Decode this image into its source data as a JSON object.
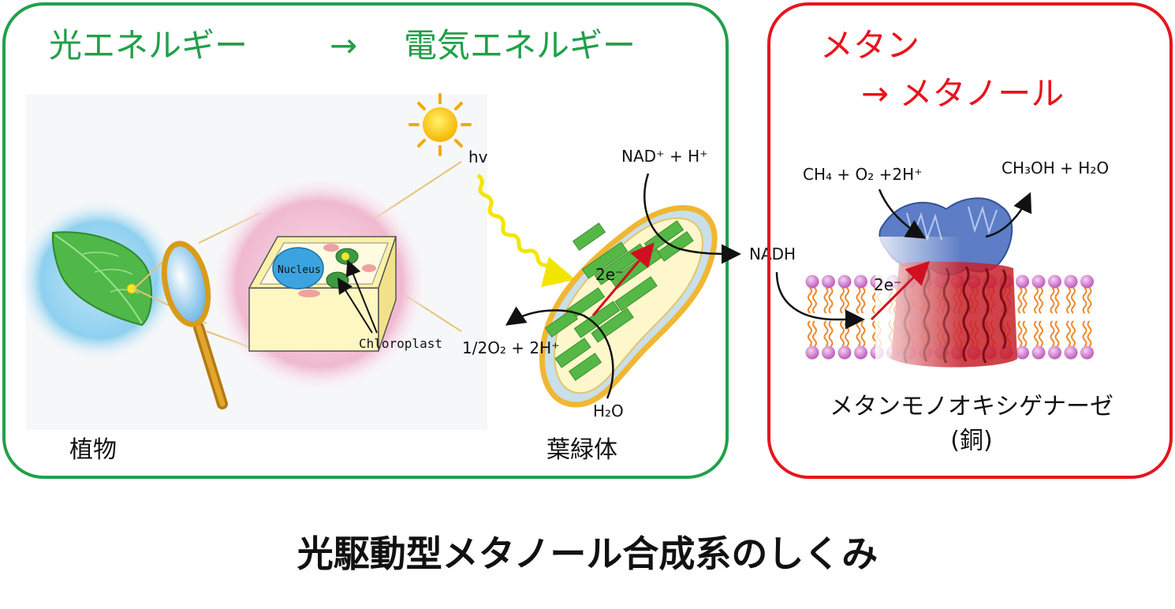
{
  "left_panel": {
    "heading_from": "光エネルギー",
    "heading_arrow": "→",
    "heading_to": "電気エネルギー",
    "border_color": "#21a04a",
    "plant_label": "植物",
    "chloroplast_label": "葉緑体",
    "nucleus_label": "Nucleus",
    "chloroplast_callout": "Chloroplast",
    "light_label": "hv",
    "nad_label": "NAD⁺ + H⁺",
    "electron_label": "2e⁻",
    "oxygen_label": "1/2O₂ + 2H⁺",
    "water_label": "H₂O",
    "nadh_label": "NADH"
  },
  "right_panel": {
    "heading_line1": "メタン",
    "heading_line2": "→ メタノール",
    "border_color": "#e8141d",
    "reactant_label": "CH₄ + O₂ +2H⁺",
    "product_label": "CH₃OH + H₂O",
    "electron_label": "2e⁻",
    "enzyme_line1": "メタンモノオキシゲナーゼ",
    "enzyme_line2": "(銅)"
  },
  "caption": "光駆動型メタノール合成系のしくみ",
  "colors": {
    "green_text": "#21a04a",
    "red_text": "#e8141d",
    "leaf": "#4fb848",
    "membrane_head": "#d77bd4",
    "membrane_tail": "#f08a2a",
    "protein_blue": "#2a4fa0",
    "protein_red": "#c8202a"
  }
}
